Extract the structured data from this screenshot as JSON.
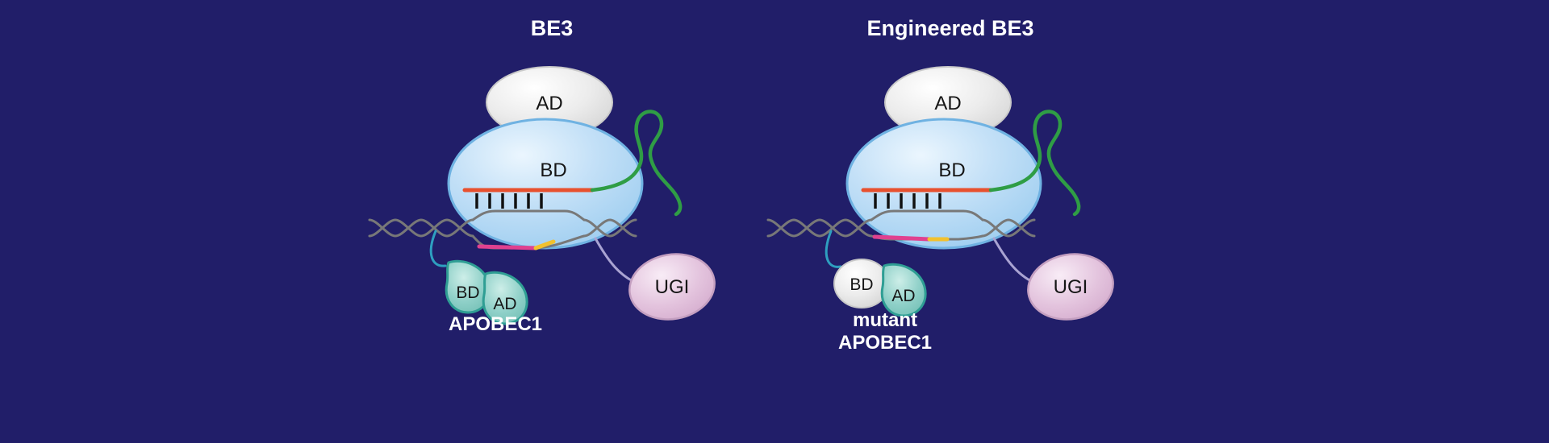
{
  "colors": {
    "background": "#211e69",
    "cas9_bd_fill": "#bcdcf6",
    "cas9_bd_stroke": "#6fb2e2",
    "ad_domain_fill": "#e9e9e9",
    "sgrna_green": "#2f9d45",
    "guide_rna_red": "#e8502e",
    "target_strand_pink": "#e0418f",
    "pam_yellow": "#f2c12e",
    "dna_gray": "#787878",
    "apobec_fill": "#8fd0c8",
    "apobec_stroke": "#2f9e94",
    "ugi_fill": "#e7cce3",
    "ugi_stroke": "#c49fc0",
    "apobec_linker_teal": "#2e9fc0",
    "ugi_linker_purple": "#a9a3d2"
  },
  "left": {
    "title": "BE3",
    "ad_label": "AD",
    "bd_label": "BD",
    "apobec_bd_label": "BD",
    "apobec_ad_label": "AD",
    "apobec_name": "APOBEC1",
    "ugi_label": "UGI"
  },
  "right": {
    "title": "Engineered BE3",
    "ad_label": "AD",
    "bd_label": "BD",
    "apobec_bd_label": "BD",
    "apobec_ad_label": "AD",
    "apobec_name_line1": "mutant",
    "apobec_name_line2": "APOBEC1",
    "ugi_label": "UGI"
  }
}
